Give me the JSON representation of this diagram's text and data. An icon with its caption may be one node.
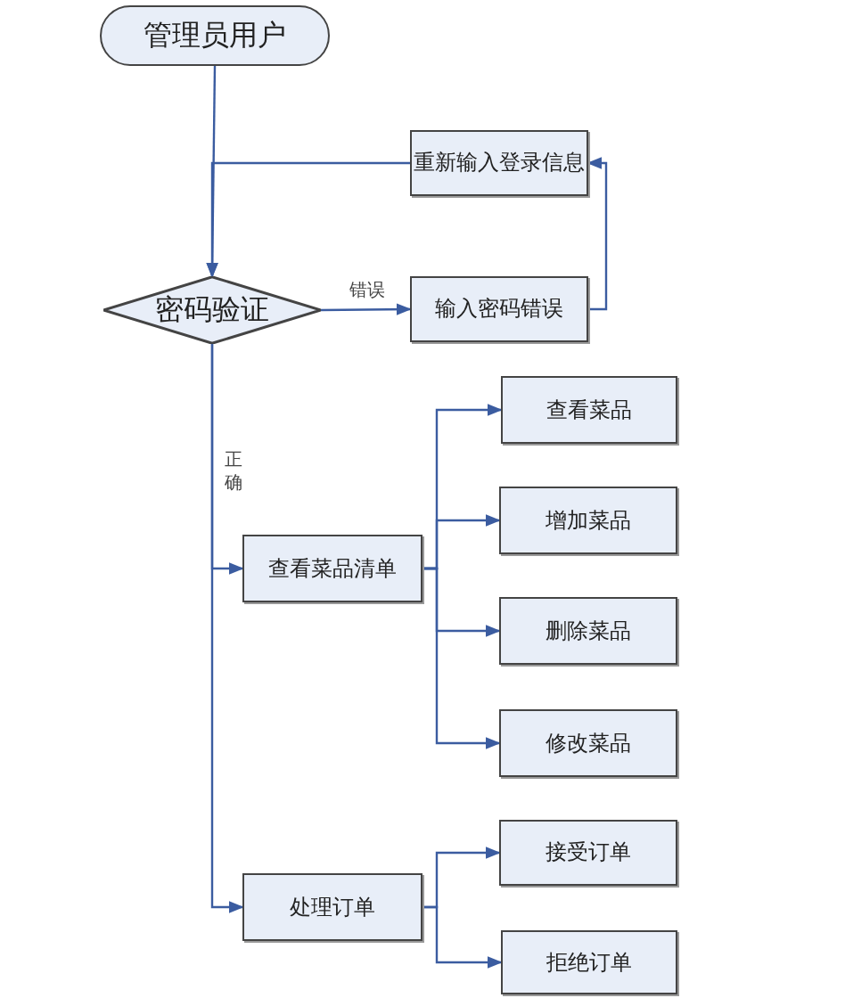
{
  "diagram": {
    "nodes": [
      {
        "text": [
          "管理员用户"
        ]
      },
      {
        "text": [
          "重新输入登录信息"
        ]
      },
      {
        "text": [
          "密码验证"
        ]
      },
      {
        "text": [
          "输入密码错误"
        ]
      },
      {
        "text": [
          "查看菜品清单"
        ]
      },
      {
        "text": [
          "查看菜品"
        ]
      },
      {
        "text": [
          "增加菜品"
        ]
      },
      {
        "text": [
          "删除菜品"
        ]
      },
      {
        "text": [
          "修改菜品"
        ]
      },
      {
        "text": [
          "处理订单"
        ]
      },
      {
        "text": [
          "接受订单"
        ]
      },
      {
        "text": [
          "拒绝订单"
        ]
      }
    ],
    "edges": [
      {
        "from": 0,
        "to": 2,
        "arrow": "to"
      },
      {
        "from": 2,
        "to": 3,
        "arrow": "to",
        "label": "错误"
      },
      {
        "from": 3,
        "to": 1,
        "arrow": "to"
      },
      {
        "from": 1,
        "to": 2,
        "arrow": "to"
      },
      {
        "from": 2,
        "to": 4,
        "arrow": "to",
        "label": "正确"
      },
      {
        "from": 2,
        "to": 9,
        "arrow": "to"
      },
      {
        "from": 4,
        "to": 5,
        "arrow": "to"
      },
      {
        "from": 4,
        "to": 6,
        "arrow": "to"
      },
      {
        "from": 4,
        "to": 7,
        "arrow": "to"
      },
      {
        "from": 4,
        "to": 8,
        "arrow": "to"
      },
      {
        "from": 9,
        "to": 10,
        "arrow": "to"
      },
      {
        "from": 9,
        "to": 11,
        "arrow": "to"
      }
    ]
  }
}
